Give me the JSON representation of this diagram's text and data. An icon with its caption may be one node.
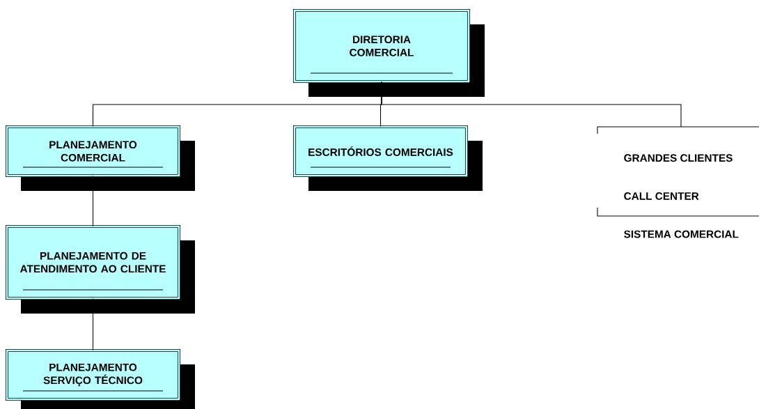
{
  "diagram": {
    "nodes": [
      {
        "text": [
          "DIRETORIA COMERCIAL"
        ]
      },
      {
        "text": [
          "PLANEJAMENTO COMERCIAL"
        ]
      },
      {
        "text": [
          "ESCRITÓRIOS COMERCIAIS"
        ]
      },
      {
        "text": [
          "GRANDES CLIENTES",
          "CALL CENTER",
          "SISTEMA COMERCIAL"
        ]
      },
      {
        "text": [
          "PLANEJAMENTO DE ATENDIMENTO AO CLIENTE"
        ]
      },
      {
        "text": [
          "PLANEJAMENTO SERVIÇO TÉCNICO"
        ]
      }
    ],
    "edges": [
      {
        "from": 0,
        "to": 1,
        "arrow": "none"
      },
      {
        "from": 0,
        "to": 2,
        "arrow": "none"
      },
      {
        "from": 0,
        "to": 3,
        "arrow": "none"
      },
      {
        "from": 1,
        "to": 4,
        "arrow": "none"
      },
      {
        "from": 4,
        "to": 5,
        "arrow": "none"
      }
    ]
  }
}
